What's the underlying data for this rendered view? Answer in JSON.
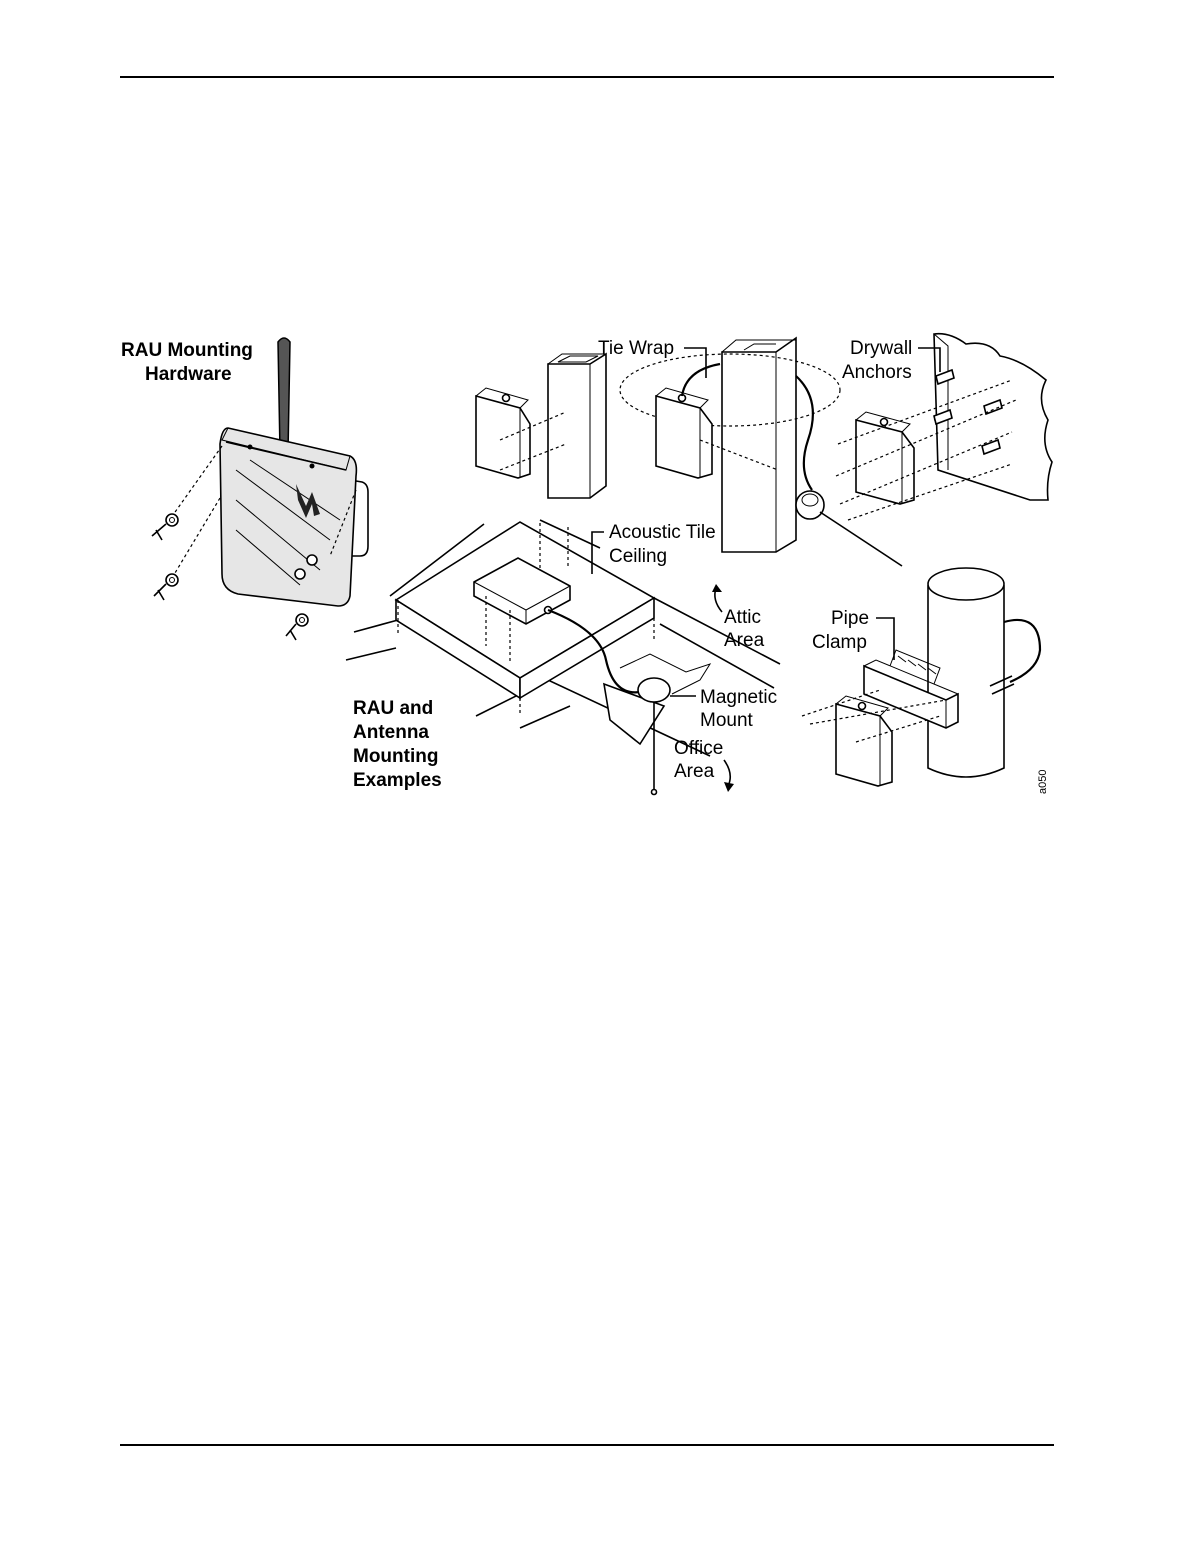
{
  "labels": {
    "rau_mounting_hardware": [
      "RAU Mounting",
      "Hardware"
    ],
    "rau_antenna_examples": [
      "RAU and",
      "Antenna",
      "Mounting",
      "Examples"
    ],
    "tie_wrap": "Tie Wrap",
    "drywall_anchors": [
      "Drywall",
      "Anchors"
    ],
    "acoustic_tile_ceiling": [
      "Acoustic Tile",
      "Ceiling"
    ],
    "attic_area": [
      "Attic",
      "Area"
    ],
    "pipe_clamp": [
      "Pipe",
      "Clamp"
    ],
    "magnetic_mount": [
      "Magnetic",
      "Mount"
    ],
    "office_area": [
      "Office",
      "Area"
    ],
    "figure_code": "a050"
  },
  "icons": [
    "antenna-icon",
    "screw-icon",
    "rau-unit-icon",
    "pipe-icon",
    "magnetic-mount-icon"
  ]
}
